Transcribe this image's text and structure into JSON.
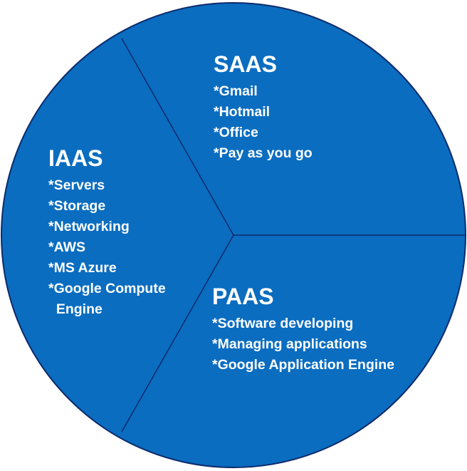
{
  "colors": {
    "fill": "#0A6DC0",
    "stroke": "#0D2A6B",
    "text": "#FFFFFF"
  },
  "segments": {
    "saas": {
      "title": "SAAS",
      "items": [
        "*Gmail",
        "*Hotmail",
        "*Office",
        "*Pay as you go"
      ]
    },
    "iaas": {
      "title": "IAAS",
      "items": [
        "*Servers",
        "*Storage",
        "*Networking",
        "*AWS",
        "*MS Azure",
        "*Google Compute",
        "  Engine"
      ]
    },
    "paas": {
      "title": "PAAS",
      "items": [
        "*Software developing",
        "*Managing applications",
        "*Google Application Engine"
      ]
    }
  }
}
